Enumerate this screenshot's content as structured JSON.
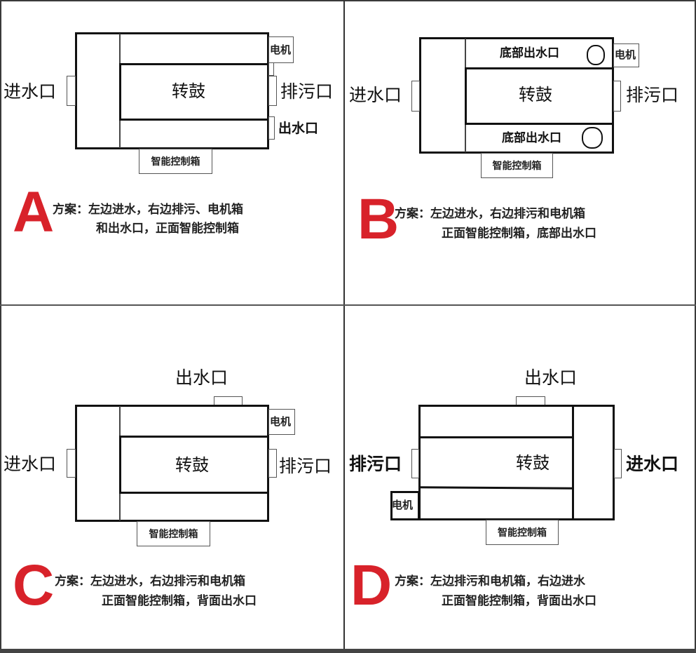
{
  "panels": [
    {
      "letter": "A",
      "drum": "转鼓",
      "inlet": "进水口",
      "drain": "排污口",
      "motor": "电机",
      "outlet": "出水口",
      "control_box": "智能控制箱",
      "prefix": "方案：",
      "desc_line1": "左边进水，右边排污、电机箱",
      "desc_line2": "和出水口，正面智能控制箱"
    },
    {
      "letter": "B",
      "drum": "转鼓",
      "inlet": "进水口",
      "drain": "排污口",
      "motor": "电机",
      "bottom_outlet_top": "底部出水口",
      "bottom_outlet_bottom": "底部出水口",
      "control_box": "智能控制箱",
      "prefix": "方案：",
      "desc_line1": "左边进水，右边排污和电机箱",
      "desc_line2": "正面智能控制箱，底部出水口"
    },
    {
      "letter": "C",
      "drum": "转鼓",
      "inlet": "进水口",
      "drain": "排污口",
      "motor": "电机",
      "outlet": "出水口",
      "control_box": "智能控制箱",
      "prefix": "方案：",
      "desc_line1": "左边进水，右边排污和电机箱",
      "desc_line2": "正面智能控制箱，背面出水口"
    },
    {
      "letter": "D",
      "drum": "转鼓",
      "inlet": "进水口",
      "drain": "排污口",
      "motor": "电机",
      "outlet": "出水口",
      "control_box": "智能控制箱",
      "prefix": "方案：",
      "desc_line1": "左边排污和电机箱，右边进水",
      "desc_line2": "正面智能控制箱，背面出水口"
    }
  ],
  "colors": {
    "letter": "#d8222a",
    "line": "#111111"
  }
}
